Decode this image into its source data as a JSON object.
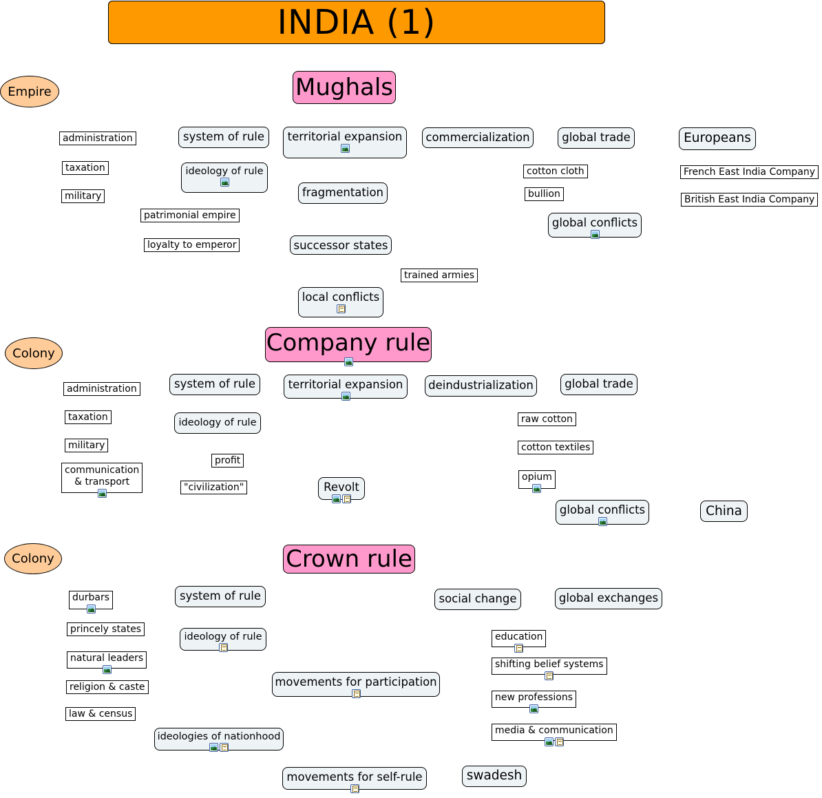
{
  "title": "INDIA (1)",
  "sections": {
    "mughals": {
      "label": "Mughals",
      "side": "Empire"
    },
    "company": {
      "label": "Company rule",
      "side": "Colony"
    },
    "crown": {
      "label": "Crown rule",
      "side": "Colony"
    }
  },
  "mughals": {
    "administration": "administration",
    "taxation": "taxation",
    "military": "military",
    "system_of_rule": "system of rule",
    "ideology_of_rule": "ideology of rule",
    "patrimonial_empire": "patrimonial empire",
    "loyalty_to_emperor": "loyalty to emperor",
    "territorial_expansion": "territorial expansion",
    "fragmentation": "fragmentation",
    "successor_states": "successor states",
    "trained_armies": "trained armies",
    "local_conflicts": "local conflicts",
    "commercialization": "commercialization",
    "global_trade": "global trade",
    "cotton_cloth": "cotton cloth",
    "bullion": "bullion",
    "global_conflicts": "global conflicts",
    "europeans": "Europeans",
    "french_eic": "French East India Company",
    "british_eic": "British East India Company"
  },
  "company": {
    "administration": "administration",
    "taxation": "taxation",
    "military": "military",
    "communication": "communication\n& transport",
    "system_of_rule": "system of rule",
    "ideology_of_rule": "ideology of rule",
    "profit": "profit",
    "civilization": "\"civilization\"",
    "territorial_expansion": "territorial expansion",
    "revolt": "Revolt",
    "deindustrialization": "deindustrialization",
    "global_trade": "global trade",
    "raw_cotton": "raw cotton",
    "cotton_textiles": "cotton textiles",
    "opium": "opium",
    "global_conflicts": "global conflicts",
    "china": "China"
  },
  "crown": {
    "durbars": "durbars",
    "princely_states": "princely states",
    "natural_leaders": "natural leaders",
    "religion_caste": "religion & caste",
    "law_census": "law & census",
    "system_of_rule": "system of rule",
    "ideology_of_rule": "ideology of rule",
    "ideologies_of_nationhood": "ideologies of nationhood",
    "movements_participation": "movements for participation",
    "movements_self_rule": "movements for self-rule",
    "social_change": "social change",
    "global_exchanges": "global exchanges",
    "education": "education",
    "shifting_belief": "shifting belief systems",
    "new_professions": "new professions",
    "media_communication": "media & communication",
    "swadesh": "swadesh"
  },
  "colors": {
    "title_bg": "#ff9900",
    "section_bg": "#ff99cc",
    "oval_bg": "#ffcc99",
    "topic_bg": "#eef3f6"
  },
  "icons": [
    "image-attachment-icon",
    "note-attachment-icon"
  ]
}
